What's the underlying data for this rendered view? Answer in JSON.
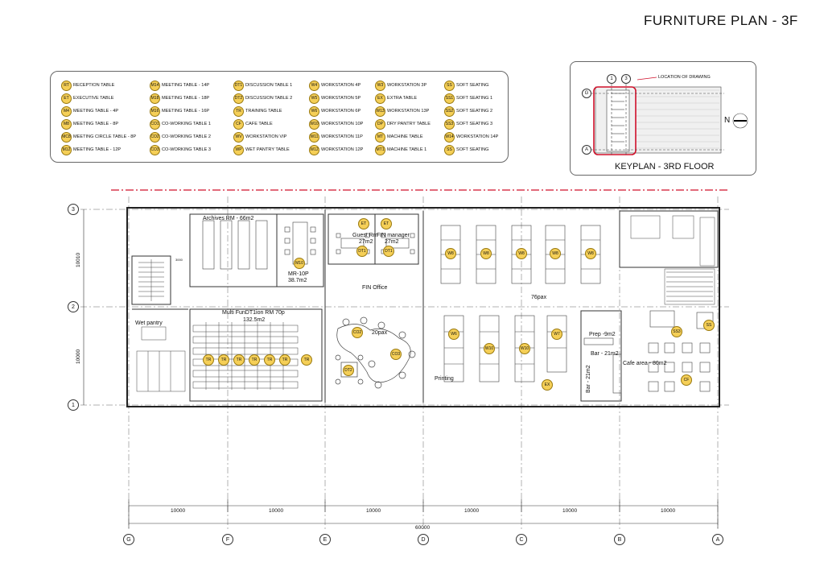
{
  "title": "FURNITURE PLAN - 3F",
  "legend": {
    "col1": [
      {
        "code": "RT",
        "label": "RECEPTION TABLE"
      },
      {
        "code": "ET",
        "label": "EXECUTIVE TABLE"
      },
      {
        "code": "M4",
        "label": "MEETING TABLE - 4P"
      },
      {
        "code": "M8",
        "label": "MEETING TABLE - 8P"
      },
      {
        "code": "MC8",
        "label": "MEETING CIRCLE TABLE - 8P"
      },
      {
        "code": "M12",
        "label": "MEETING TABLE - 12P"
      }
    ],
    "col2": [
      {
        "code": "M14",
        "label": "MEETING TABLE - 14P"
      },
      {
        "code": "M18",
        "label": "MEETING TABLE - 18P"
      },
      {
        "code": "M16",
        "label": "MEETING TABLE - 16P"
      },
      {
        "code": "CO1",
        "label": "CO-WORKING TABLE 1"
      },
      {
        "code": "CO2",
        "label": "CO-WORKING TABLE 2"
      },
      {
        "code": "CO3",
        "label": "CO-WORKING TABLE 3"
      }
    ],
    "col3": [
      {
        "code": "DT1",
        "label": "DISCUSSION TABLE 1"
      },
      {
        "code": "DT2",
        "label": "DISCUSSION TABLE 2"
      },
      {
        "code": "TR",
        "label": "TRAINING TABLE"
      },
      {
        "code": "CF",
        "label": "CAFE TABLE"
      },
      {
        "code": "WV",
        "label": "WORKSTATION VIP"
      },
      {
        "code": "WP",
        "label": "WET PANTRY TABLE"
      }
    ],
    "col4": [
      {
        "code": "W4",
        "label": "WORKSTATION 4P"
      },
      {
        "code": "W5",
        "label": "WORKSTATION 5P"
      },
      {
        "code": "W6",
        "label": "WORKSTATION 6P"
      },
      {
        "code": "W10",
        "label": "WORKSTATION 10P"
      },
      {
        "code": "W11",
        "label": "WORKSTATION 11P"
      },
      {
        "code": "W12",
        "label": "WORKSTATION 12P"
      }
    ],
    "col5": [
      {
        "code": "W3",
        "label": "WORKSTATION 3P"
      },
      {
        "code": "EX",
        "label": "EXTRA TABLE"
      },
      {
        "code": "W13",
        "label": "WORKSTATION 13P"
      },
      {
        "code": "DP",
        "label": "DRY PANTRY TABLE"
      },
      {
        "code": "MT",
        "label": "MACHINE TABLE"
      },
      {
        "code": "MT1",
        "label": "MACHINE TABLE 1"
      }
    ],
    "col6": [
      {
        "code": "SS",
        "label": "SOFT SEATING"
      },
      {
        "code": "SS1",
        "label": "SOFT SEATING 1"
      },
      {
        "code": "SS2",
        "label": "SOFT SEATING 2"
      },
      {
        "code": "SS3",
        "label": "SOFT SEATING 3"
      },
      {
        "code": "W14",
        "label": "WORKSTATION 14P"
      },
      {
        "code": "SS",
        "label": "SOFT SEATING"
      }
    ]
  },
  "keyplan": {
    "title": "KEYPLAN - 3RD FLOOR",
    "location_note": "LOCATION OF DRAWING",
    "north": "N",
    "axis": [
      "G",
      "A",
      "1",
      "3"
    ]
  },
  "rooms": {
    "archives": "Archives RM - 66m2",
    "mr10": "MR-10P",
    "mr10_area": "38.7m2",
    "guest": "Guest Rm",
    "guest_area": "27m2",
    "fin_mgr": "FIN manager",
    "fin_mgr_area": "27m2",
    "fin_office": "FIN Office",
    "multi": "Multi FunDT1ion RM 70p",
    "multi_area": "132.5m2",
    "wet_pantry": "Wet pantry",
    "twenty_pax": "20pax",
    "seventy_six": "76pax",
    "printing": "Printing",
    "prep": "Prep -9m2",
    "bar": "Bar - 21m2",
    "bar_v": "Bar - 21m2",
    "cafe": "Cafe area - 80m2"
  },
  "plan_tags": {
    "archives_m10": "M10",
    "et1": "ET",
    "et2": "ET",
    "dt1a": "DT1",
    "dt1b": "DT1",
    "w8": "W8",
    "w6": "W6",
    "w10": "W10",
    "w7": "W7",
    "tr": "TR",
    "co2": "CO2",
    "co3": "CO3",
    "dt2": "DT2",
    "ex": "EX",
    "ss3": "SS3",
    "ss": "SS",
    "cf": "CF"
  },
  "grid": {
    "rows": [
      "3",
      "2",
      "1"
    ],
    "cols": [
      "G",
      "F",
      "E",
      "D",
      "C",
      "B",
      "A"
    ],
    "row_dims": [
      "10010",
      "10000"
    ],
    "col_dims": [
      "10000",
      "10000",
      "10000",
      "10000",
      "10000",
      "10000"
    ],
    "total": "60000",
    "small_dim": "3000"
  }
}
